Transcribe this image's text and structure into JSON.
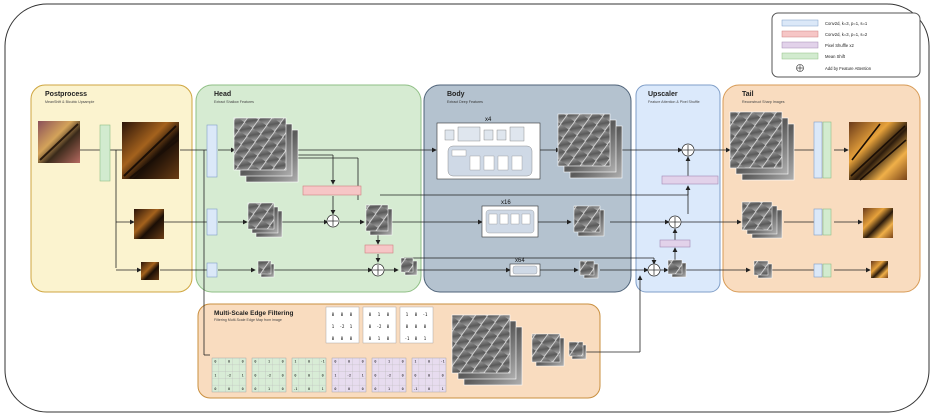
{
  "legend": {
    "items": [
      {
        "label": "Conv2d, k=3, p=1, s=1",
        "color": "#dbe8f8"
      },
      {
        "label": "Conv2d, k=3, p=1, s=2",
        "color": "#f6c6c6"
      },
      {
        "label": "Pixel Shuffle x2",
        "color": "#e2d2ea"
      },
      {
        "label": "Mean Shift",
        "color": "#d2ebcf"
      },
      {
        "label": "Add by Feature Attention",
        "color": "#ffffff"
      }
    ]
  },
  "panels": {
    "postprocess": {
      "title": "Postprocess",
      "subtitle": "MeanShift & Bicubic Upsample",
      "color": "#fbf3cf",
      "border": "#cfa640"
    },
    "head": {
      "title": "Head",
      "subtitle": "Extract Shallow Features",
      "color": "#d6ebd2",
      "border": "#8fbf85"
    },
    "body": {
      "title": "Body",
      "subtitle": "Extract Deep Features",
      "color": "#b4c2cf",
      "border": "#4f6379"
    },
    "upscaler": {
      "title": "Upscaler",
      "subtitle": "Feature Attention & Pixel Shuffle",
      "color": "#dbe9fb",
      "border": "#7f9ec8"
    },
    "tail": {
      "title": "Tail",
      "subtitle": "Reconstruct Sharp Images",
      "color": "#f9dcbf",
      "border": "#d79a55"
    },
    "edge": {
      "title": "Multi-Scale Edge Filtering",
      "subtitle": "Filtering Multi-Scale Edge Map from image",
      "color": "#f9dcbf",
      "border": "#c98f3f"
    }
  },
  "body_blocks": {
    "x4": "x4",
    "x16": "x16",
    "x64": "x64"
  },
  "kernels": {
    "k1": [
      "0",
      "0",
      "0",
      "1",
      "-2",
      "1",
      "0",
      "0",
      "0"
    ],
    "k2": [
      "0",
      "1",
      "0",
      "0",
      "-2",
      "0",
      "0",
      "1",
      "0"
    ],
    "k3": [
      "1",
      "0",
      "-1",
      "0",
      "0",
      "0",
      "-1",
      "0",
      "1"
    ]
  },
  "colors": {
    "conv_s1": "#dbe8f8",
    "conv_s2": "#f6c6c6",
    "pixel_shuffle": "#e2d2ea",
    "mean_shift": "#d2ebcf",
    "butterfly_orange": "#e59a2a",
    "butterfly_dark": "#3a2210",
    "feature_gray": "#8a8a8a"
  }
}
